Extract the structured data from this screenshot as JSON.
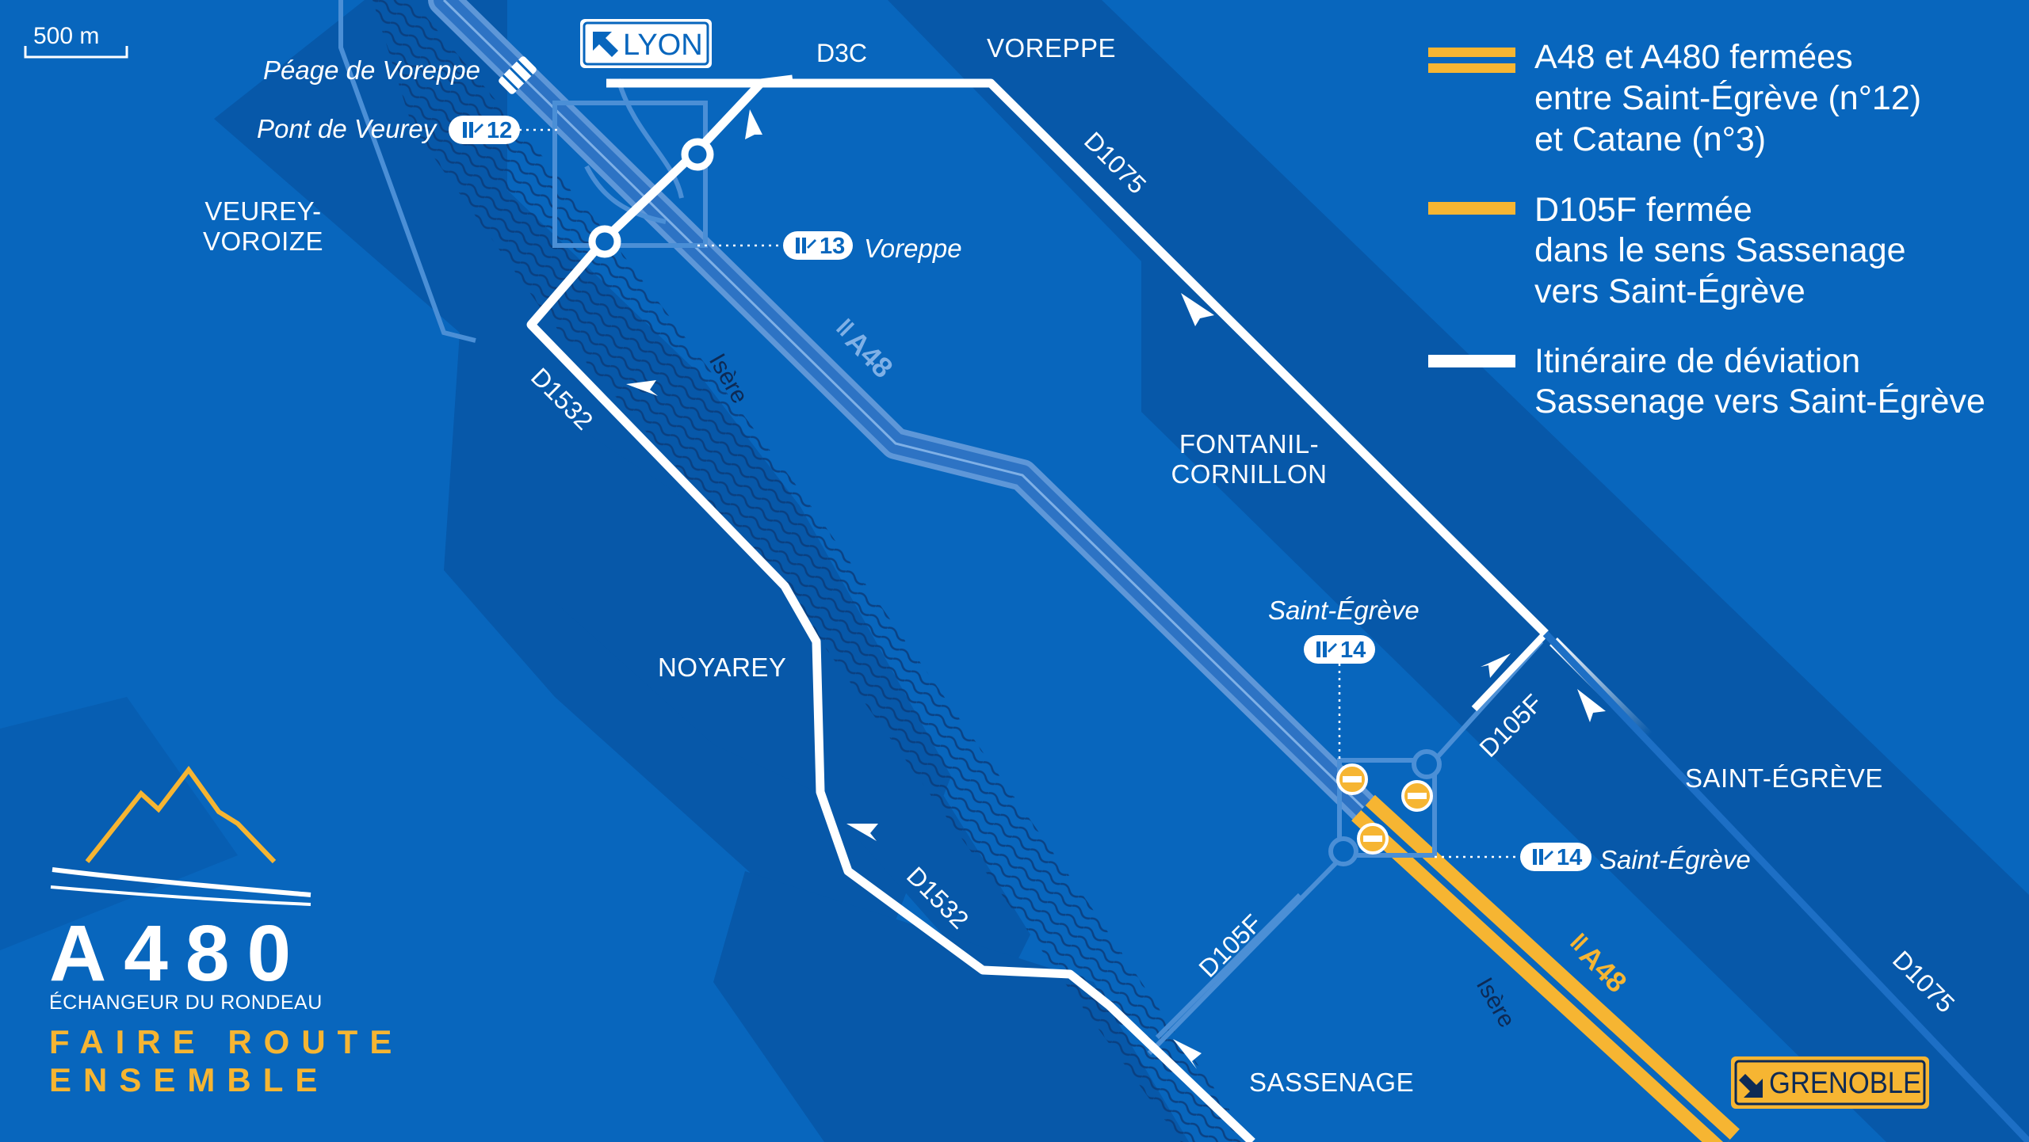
{
  "colors": {
    "background": "#0866bd",
    "darker_band": "#0756a6",
    "closed_motorway": "#f6b532",
    "detour_route": "#ffffff",
    "motorway_open": "#3a7ccb"
  },
  "scale": {
    "label": "500 m"
  },
  "signs": {
    "lyon": {
      "label": "LYON",
      "icon": "arrow-up-left-icon"
    },
    "grenoble": {
      "label": "GRENOBLE",
      "icon": "arrow-down-right-icon"
    }
  },
  "places": {
    "voreppe": "VOREPPE",
    "veurey_line1": "VEUREY-",
    "veurey_line2": "VOROIZE",
    "fontanil_line1": "FONTANIL-",
    "fontanil_line2": "CORNILLON",
    "noyarey": "NOYAREY",
    "saint_egreve": "SAINT-ÉGRÈVE",
    "sassenage": "SASSENAGE"
  },
  "roads": {
    "d3c": "D3C",
    "d1075": "D1075",
    "d1532": "D1532",
    "d105f": "D105F",
    "a48": "A48",
    "isere": "Isère"
  },
  "exits": {
    "peage": "Péage de Voreppe",
    "pont_veurey": "Pont de Veurey",
    "exit12": "12",
    "exit13": "13",
    "exit13_name": "Voreppe",
    "exit14": "14",
    "exit14_name": "Saint-Égrève"
  },
  "legend": [
    {
      "icon": "double-yellow-line",
      "lines": [
        "A48 et A480 fermées",
        "entre Saint-Égrève (n°12)",
        "et Catane (n°3)"
      ]
    },
    {
      "icon": "single-yellow-line",
      "lines": [
        "D105F fermée",
        "dans le sens Sassenage",
        "vers Saint-Égrève"
      ]
    },
    {
      "icon": "white-line",
      "lines": [
        "Itinéraire de déviation",
        "Sassenage vers Saint-Égrève"
      ]
    }
  ],
  "logo": {
    "title": "A480",
    "subtitle": "ÉCHANGEUR DU RONDEAU",
    "slogan_line1": "FAIRE ROUTE",
    "slogan_line2": "ENSEMBLE"
  }
}
